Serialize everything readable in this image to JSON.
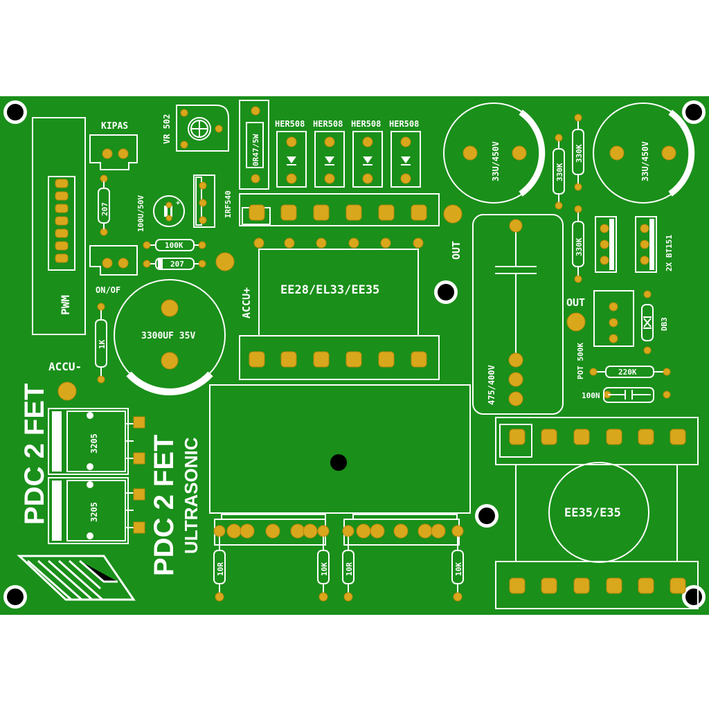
{
  "board": {
    "color": "#1a8f1a",
    "pad_color": "#d9a71c",
    "silk_color": "#ffffff",
    "title_main": "PDC 2 FET",
    "title_side": "PDC 2 FET",
    "subtitle": "ULTRASONIC"
  },
  "labels": {
    "pwm": "PWM",
    "kipas": "KIPAS",
    "on_off": "ON/OF",
    "r207_a": "207",
    "r207_b": "207",
    "cap_100u": "100U/50V",
    "r100k": "100K",
    "vr502": "VR 502",
    "irf540": "IRF540",
    "r_0r47": "0R47/5W",
    "her1": "HER508",
    "her2": "HER508",
    "her3": "HER508",
    "her4": "HER508",
    "out_top": "OUT",
    "accu_plus": "ACCU+",
    "trafo1": "EE28/EL33/EE35",
    "cap_3300": "3300UF 35V",
    "r1k": "1K",
    "accu_minus": "ACCU-",
    "fet1": "3205",
    "fet2": "3205",
    "cap_33u_a": "33U/450V",
    "cap_33u_b": "33U/450V",
    "r330k_a": "330K",
    "r330k_b": "330K",
    "r330k_c": "330K",
    "bt151": "2X BT151",
    "out_right": "OUT",
    "db3": "DB3",
    "pot500k": "POT 500K",
    "r220k": "220K",
    "c100n": "100N",
    "cap_475": "475/400V",
    "trafo2": "EE35/E35",
    "r10r_a": "10R",
    "r10k_a": "10K",
    "r10r_b": "10R",
    "r10k_b": "10K"
  }
}
